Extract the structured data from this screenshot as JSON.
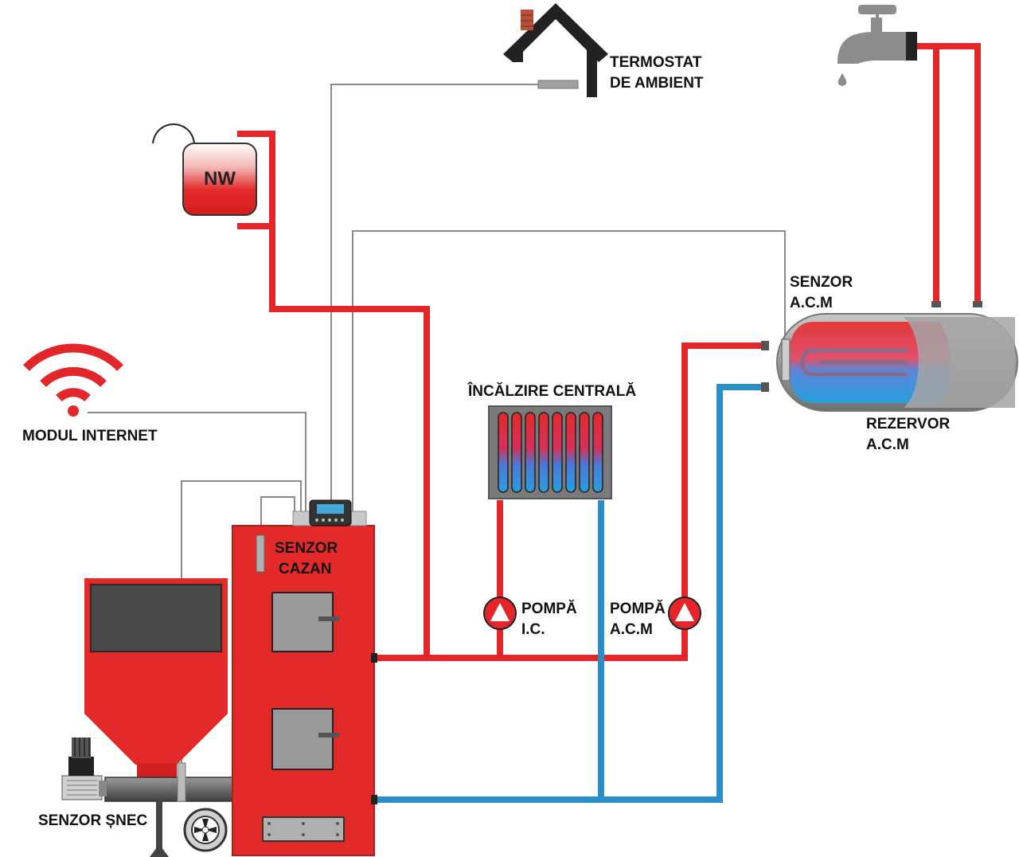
{
  "labels": {
    "thermostat": [
      "TERMOSTAT",
      "DE AMBIENT"
    ],
    "expansion_vessel": "NW",
    "internet_module": "MODUL INTERNET",
    "central_heating": "ÎNCĂLZIRE CENTRALĂ",
    "acm_sensor": [
      "SENZOR",
      "A.C.M"
    ],
    "acm_tank": [
      "REZERVOR",
      "A.C.M"
    ],
    "boiler_sensor": [
      "SENZOR",
      "CAZAN"
    ],
    "pump_ic": [
      "POMPĂ",
      "I.C."
    ],
    "pump_acm": [
      "POMPĂ",
      "A.C.M"
    ],
    "screw_sensor": "SENZOR ȘNEC"
  },
  "colors": {
    "hot_pipe": "#e3262a",
    "cold_pipe": "#2a8fc9",
    "boiler_red": "#e32a29",
    "sensor_wire": "#8a8a8a",
    "steel_grey": "#8c8c8c",
    "dark_grey": "#4a4a4a"
  },
  "icons": [
    "house-icon",
    "tap-icon",
    "wifi-icon",
    "radiator-icon",
    "pump-icon",
    "fan-icon",
    "controller-icon"
  ]
}
